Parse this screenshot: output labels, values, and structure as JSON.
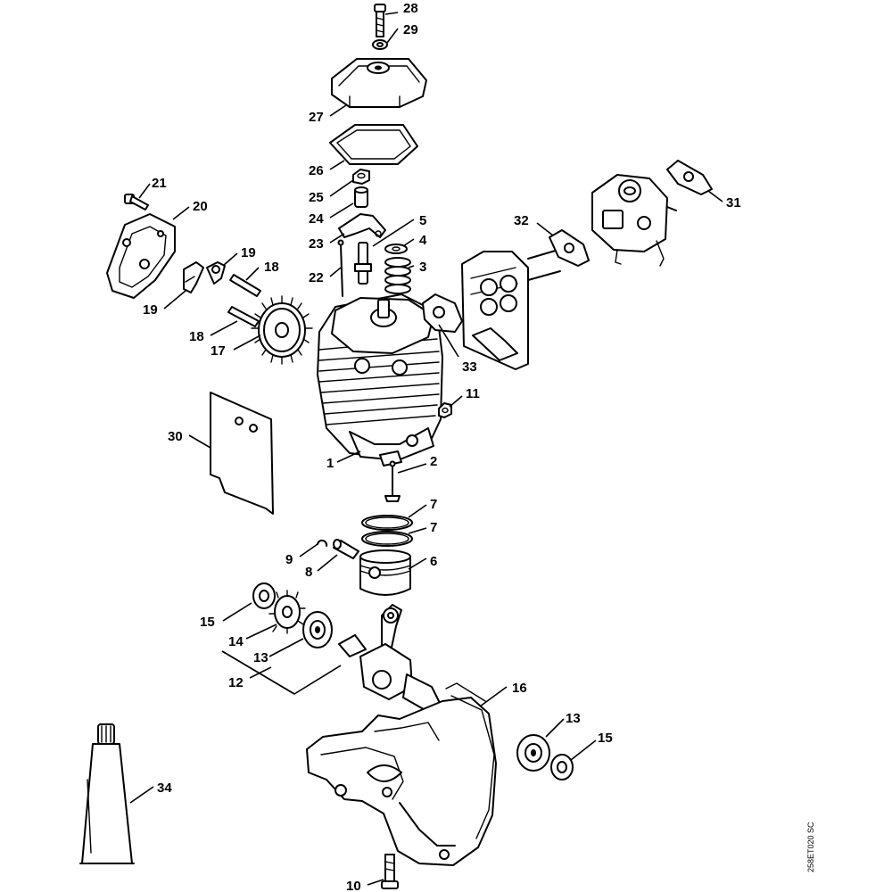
{
  "callouts": {
    "c28": "28",
    "c29": "29",
    "c27": "27",
    "c26": "26",
    "c25": "25",
    "c24": "24",
    "c23": "23",
    "c22": "22",
    "c21": "21",
    "c20": "20",
    "c19a": "19",
    "c19b": "19",
    "c18a": "18",
    "c18b": "18",
    "c17": "17",
    "c5": "5",
    "c4": "4",
    "c3": "3",
    "c32": "32",
    "c31": "31",
    "c33": "33",
    "c11": "11",
    "c30": "30",
    "c1": "1",
    "c2": "2",
    "c7a": "7",
    "c7b": "7",
    "c6": "6",
    "c9": "9",
    "c8": "8",
    "c15a": "15",
    "c14": "14",
    "c13a": "13",
    "c12": "12",
    "c16": "16",
    "c13b": "13",
    "c15b": "15",
    "c34": "34",
    "c10": "10"
  },
  "reference_code": "258ET020 SC"
}
